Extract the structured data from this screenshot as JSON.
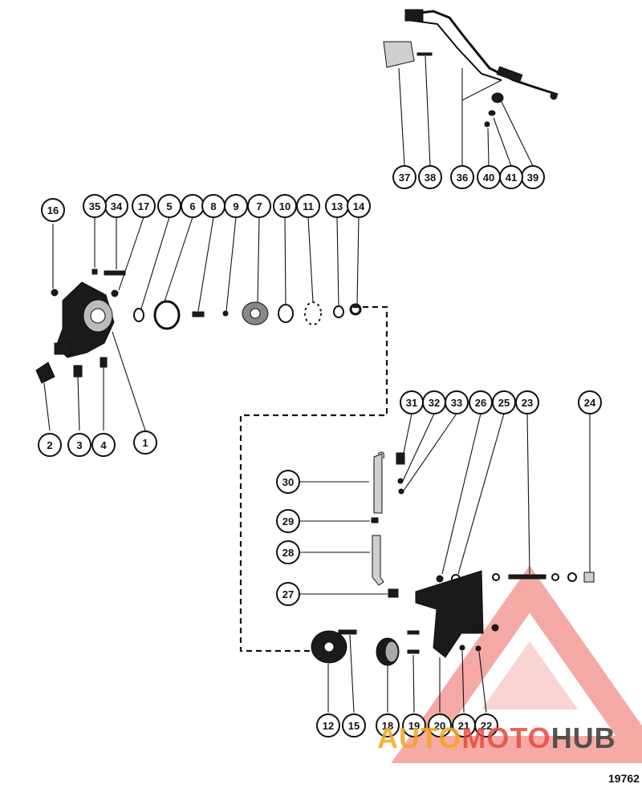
{
  "callouts": [
    "1",
    "2",
    "3",
    "4",
    "5",
    "6",
    "7",
    "8",
    "9",
    "10",
    "11",
    "12",
    "13",
    "14",
    "15",
    "16",
    "17",
    "18",
    "19",
    "20",
    "21",
    "22",
    "23",
    "24",
    "25",
    "26",
    "27",
    "28",
    "29",
    "30",
    "31",
    "32",
    "33",
    "34",
    "35",
    "36",
    "37",
    "38",
    "39",
    "40",
    "41"
  ],
  "figure_number": "19762",
  "watermark": {
    "part1": "AUTO",
    "part2": "MOTO",
    "part3": "HUB"
  }
}
